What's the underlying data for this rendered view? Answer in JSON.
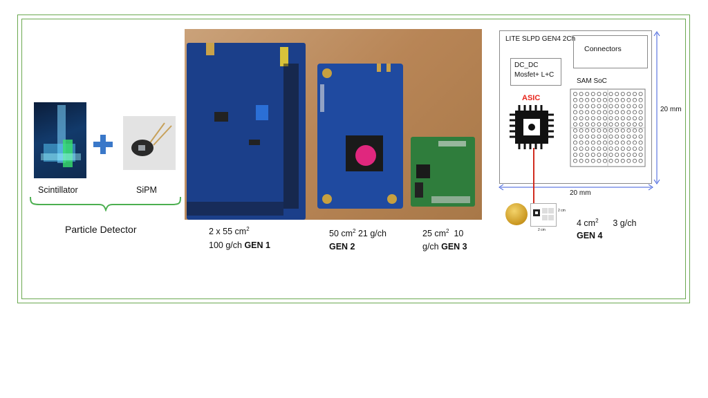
{
  "detector": {
    "scintillator_label": "Scintillator",
    "sipm_label": "SiPM",
    "group_label": "Particle Detector"
  },
  "gens": {
    "gen1": {
      "line1_pre": "2 x 55 cm",
      "line1_sup": "2",
      "line2": "100 g/ch ",
      "name": "GEN 1"
    },
    "gen2": {
      "line1_pre": "50 cm",
      "line1_sup": "2",
      "line1_post": " 21 g/ch",
      "name": "GEN 2"
    },
    "gen3": {
      "line1_pre": "25 cm",
      "line1_sup": "2",
      "line1_post": "  10",
      "line2": "g/ch ",
      "name": "GEN 3"
    },
    "gen4": {
      "line1_pre": "4 cm",
      "line1_sup": "2",
      "line1_post": "      3 g/ch",
      "name": "GEN 4"
    }
  },
  "schematic": {
    "title": "LITE SLPD GEN4 2Ch",
    "connectors": "Connectors",
    "dcdc_line1": "DC_DC",
    "dcdc_line2": "Mosfet+ L+C",
    "sam": "SAM SoC",
    "asic": "ASIC",
    "dim_right": "20 mm",
    "dim_bottom": "20 mm",
    "mini_dim_side": "2 cm",
    "mini_dim_bottom": "2 cm"
  },
  "colors": {
    "frame": "#6aa84f",
    "asic_label": "#e8231a",
    "arrow": "#d12b1f",
    "dim_line": "#3b5bdb",
    "plus": "#3a78c9"
  }
}
